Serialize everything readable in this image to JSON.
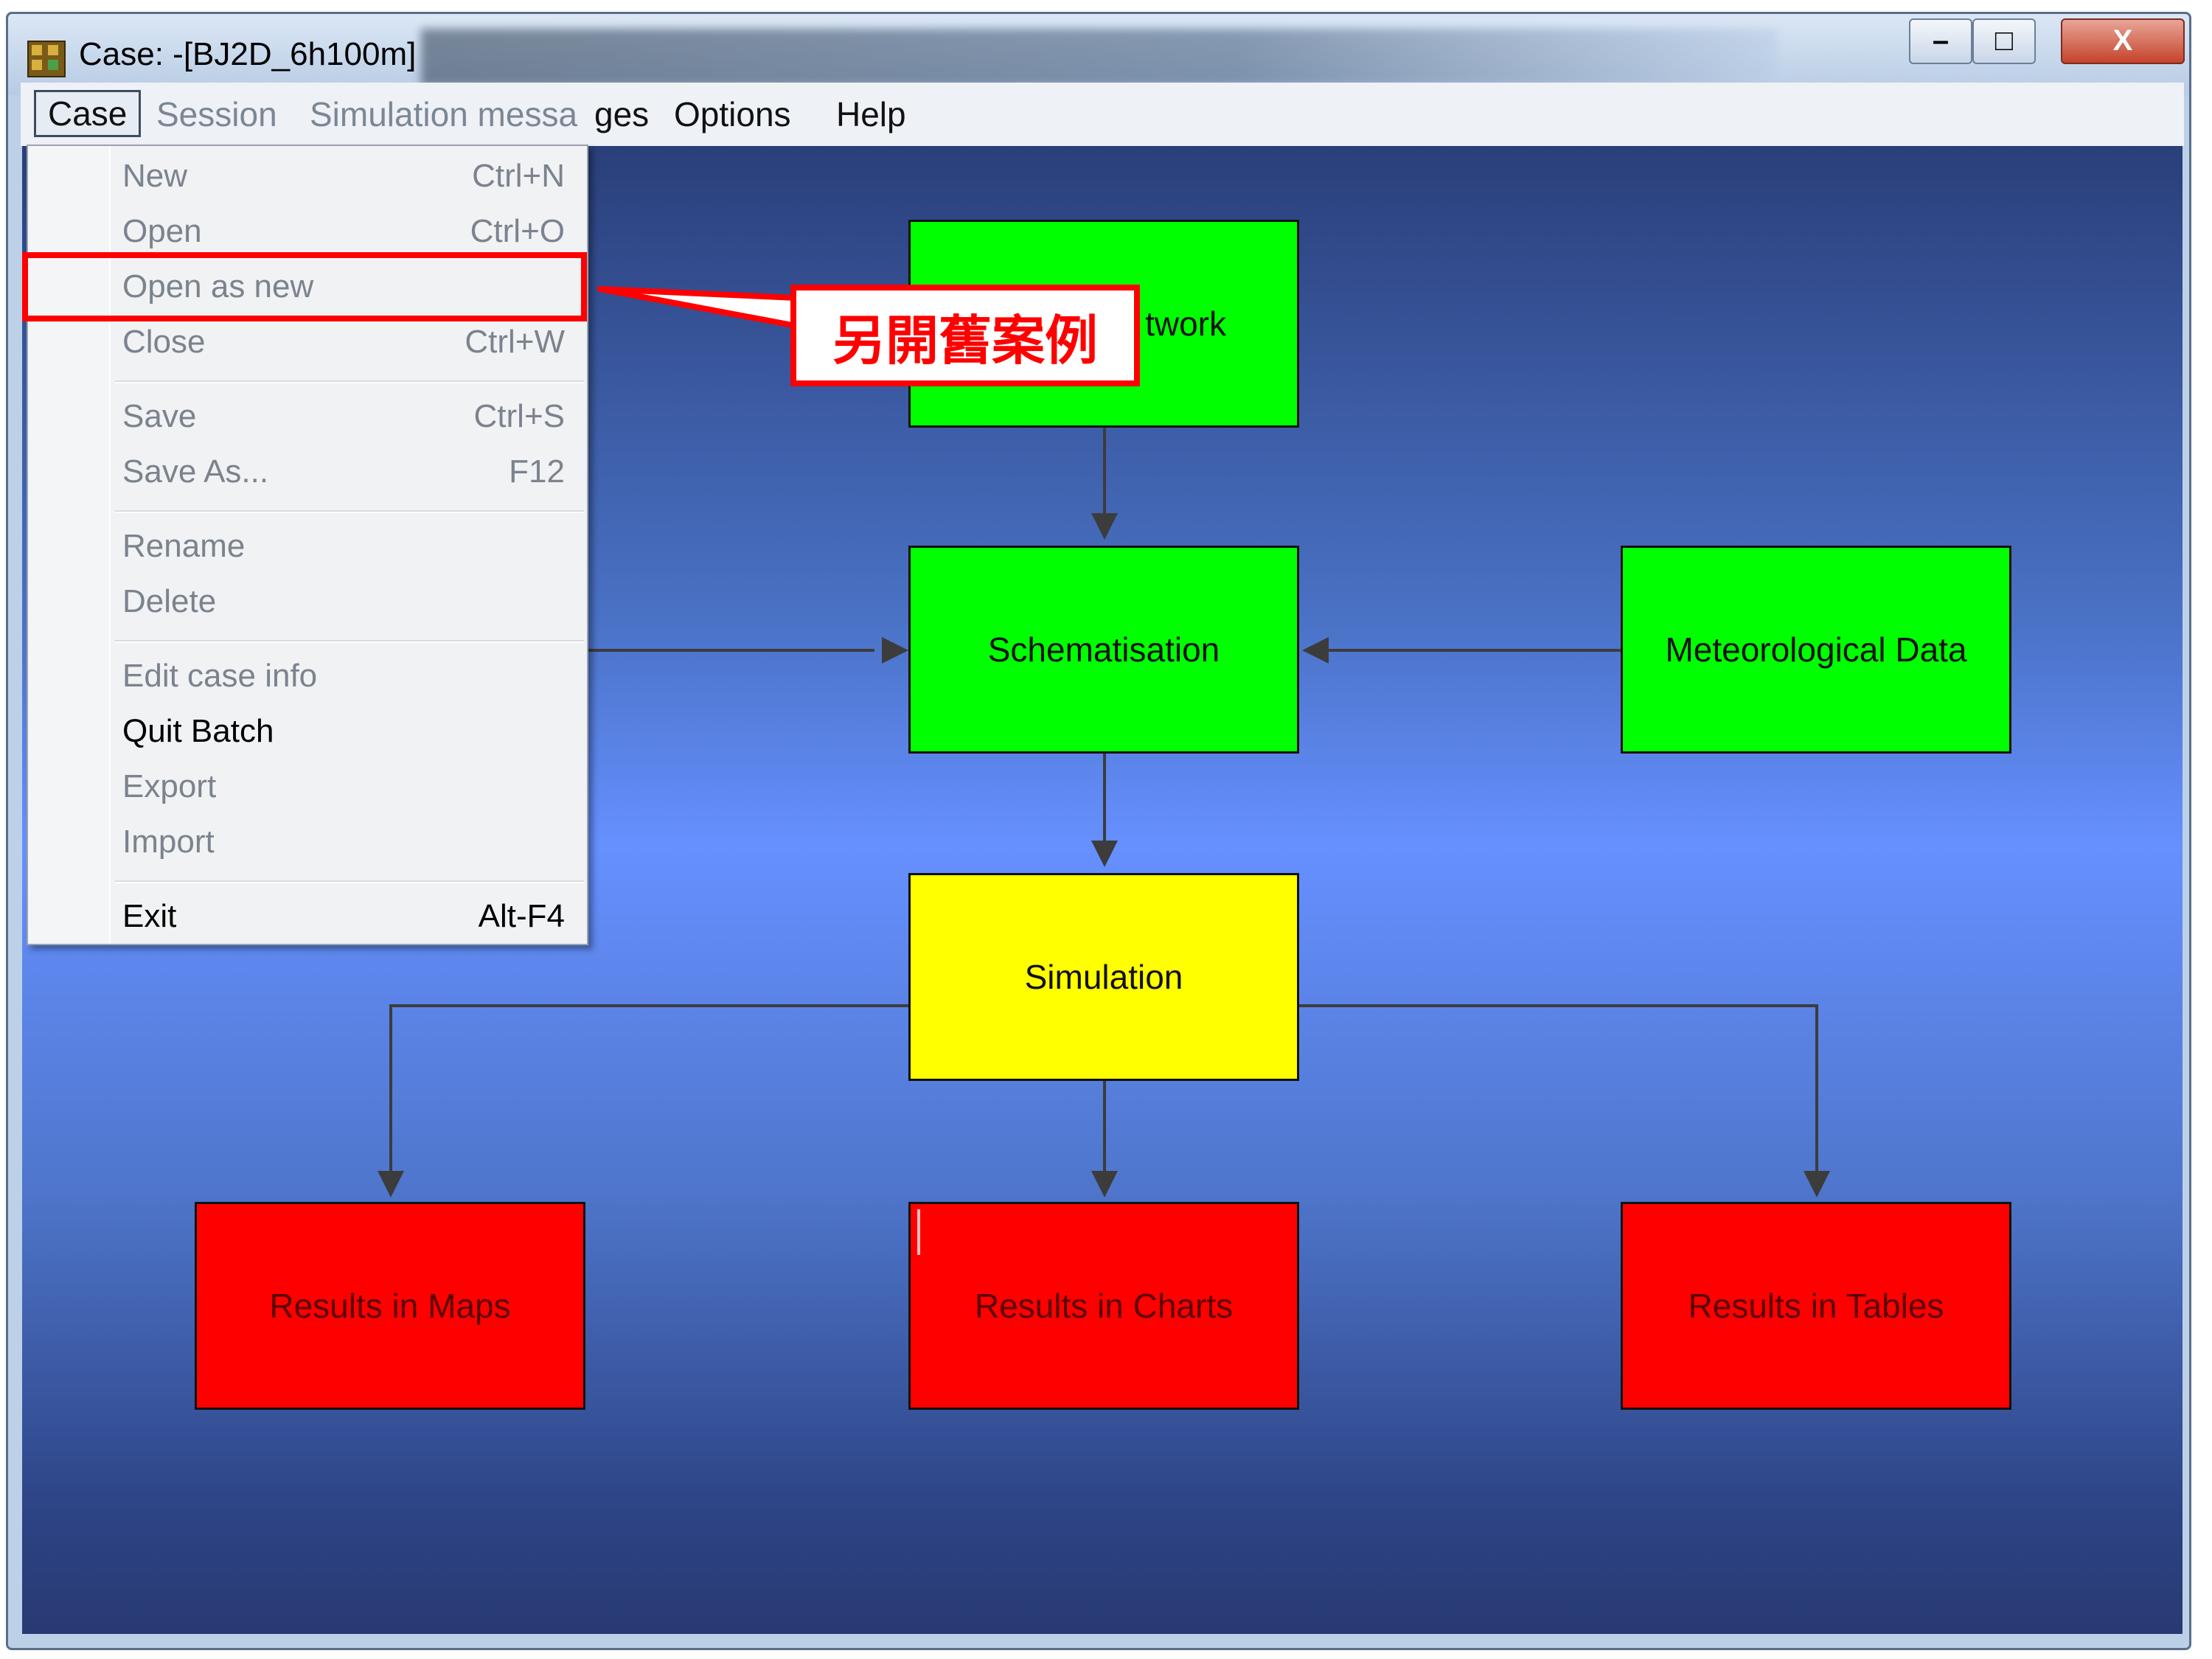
{
  "window": {
    "title": "Case: -[BJ2D_6h100m]",
    "buttons": {
      "minimize": "–",
      "maximize": "□",
      "close": "X"
    }
  },
  "menubar": {
    "items": [
      {
        "label": "Case",
        "state": "active"
      },
      {
        "label": "Session",
        "state": "disabled"
      },
      {
        "label": "Simulation messa",
        "state": "disabled"
      },
      {
        "label": "ges",
        "state": "enabled"
      },
      {
        "label": "Options",
        "state": "enabled"
      },
      {
        "label": "Help",
        "state": "enabled"
      }
    ]
  },
  "case_menu": {
    "groups": [
      [
        {
          "label": "New",
          "shortcut": "Ctrl+N",
          "enabled": false
        },
        {
          "label": "Open",
          "shortcut": "Ctrl+O",
          "enabled": false
        },
        {
          "label": "Open as new",
          "shortcut": "",
          "enabled": false
        },
        {
          "label": "Close",
          "shortcut": "Ctrl+W",
          "enabled": false
        }
      ],
      [
        {
          "label": "Save",
          "shortcut": "Ctrl+S",
          "enabled": false
        },
        {
          "label": "Save As...",
          "shortcut": "F12",
          "enabled": false
        }
      ],
      [
        {
          "label": "Rename",
          "shortcut": "",
          "enabled": false
        },
        {
          "label": "Delete",
          "shortcut": "",
          "enabled": false
        }
      ],
      [
        {
          "label": "Edit case info",
          "shortcut": "",
          "enabled": false
        },
        {
          "label": "Quit Batch",
          "shortcut": "",
          "enabled": true
        },
        {
          "label": "Export",
          "shortcut": "",
          "enabled": false
        },
        {
          "label": "Import",
          "shortcut": "",
          "enabled": false
        }
      ],
      [
        {
          "label": "Exit",
          "shortcut": "Alt-F4",
          "enabled": true
        }
      ]
    ]
  },
  "annotation": {
    "callout_text": "另開舊案例",
    "color": "#ff0000"
  },
  "workflow": {
    "nodes": {
      "network": {
        "label": "twork",
        "status_color": "#00ff00"
      },
      "schematisation": {
        "label": "Schematisation",
        "status_color": "#00ff00"
      },
      "meteorological": {
        "label": "Meteorological Data",
        "status_color": "#00ff00"
      },
      "simulation": {
        "label": "Simulation",
        "status_color": "#ffff00"
      },
      "maps": {
        "label": "Results in Maps",
        "status_color": "#ff0000"
      },
      "charts": {
        "label": "Results in Charts",
        "status_color": "#ff0000"
      },
      "tables": {
        "label": "Results in Tables",
        "status_color": "#ff0000"
      }
    }
  }
}
